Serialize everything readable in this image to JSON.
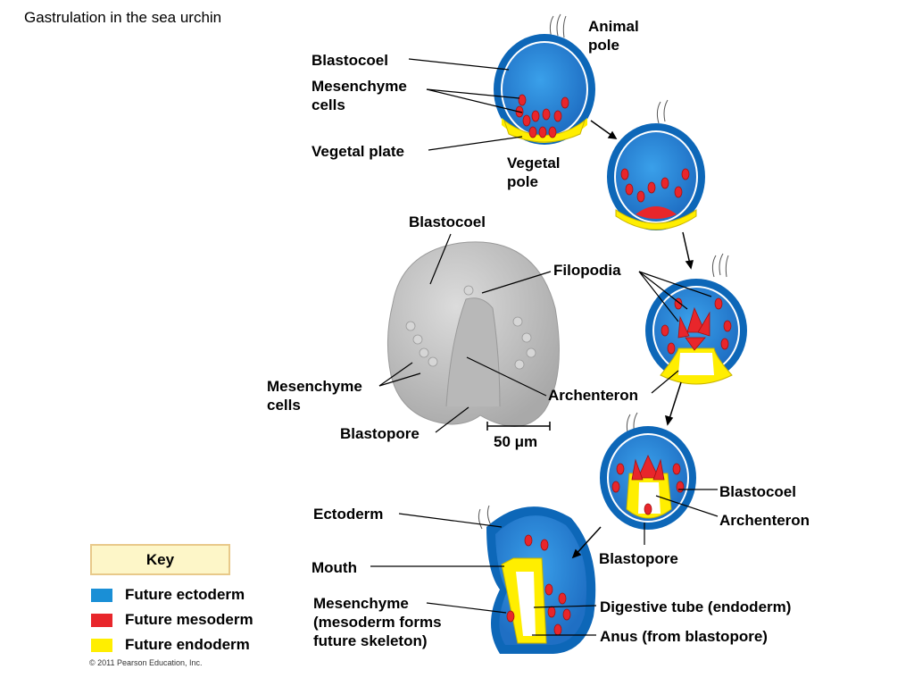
{
  "title": "Gastrulation in the sea urchin",
  "copyright": "© 2011 Pearson Education, Inc.",
  "labels": {
    "animal_pole": "Animal\npole",
    "blastocoel_1": "Blastocoel",
    "mesenchyme_1": "Mesenchyme\ncells",
    "vegetal_plate": "Vegetal plate",
    "vegetal_pole": "Vegetal\npole",
    "blastocoel_2": "Blastocoel",
    "filopodia": "Filopodia",
    "mesenchyme_2": "Mesenchyme\ncells",
    "archenteron_1": "Archenteron",
    "blastopore_1": "Blastopore",
    "scale": "50 μm",
    "blastocoel_3": "Blastocoel",
    "archenteron_2": "Archenteron",
    "blastopore_2": "Blastopore",
    "ectoderm": "Ectoderm",
    "mouth": "Mouth",
    "mesenchyme_3": "Mesenchyme\n(mesoderm forms\nfuture skeleton)",
    "digestive": "Digestive tube (endoderm)",
    "anus": "Anus (from blastopore)"
  },
  "key": {
    "title": "Key",
    "items": [
      {
        "label": "Future ectoderm",
        "color": "#1a8fd6"
      },
      {
        "label": "Future mesoderm",
        "color": "#e8262b"
      },
      {
        "label": "Future endoderm",
        "color": "#ffee00"
      }
    ]
  },
  "colors": {
    "ectoderm": "#1a8fd6",
    "ectoderm_inner": "#2a7fd0",
    "mesoderm": "#e8262b",
    "endoderm": "#ffee00",
    "key_bg": "#fdf6c8",
    "key_border": "#e8c98a",
    "micrograph": "#c8c8c8"
  }
}
